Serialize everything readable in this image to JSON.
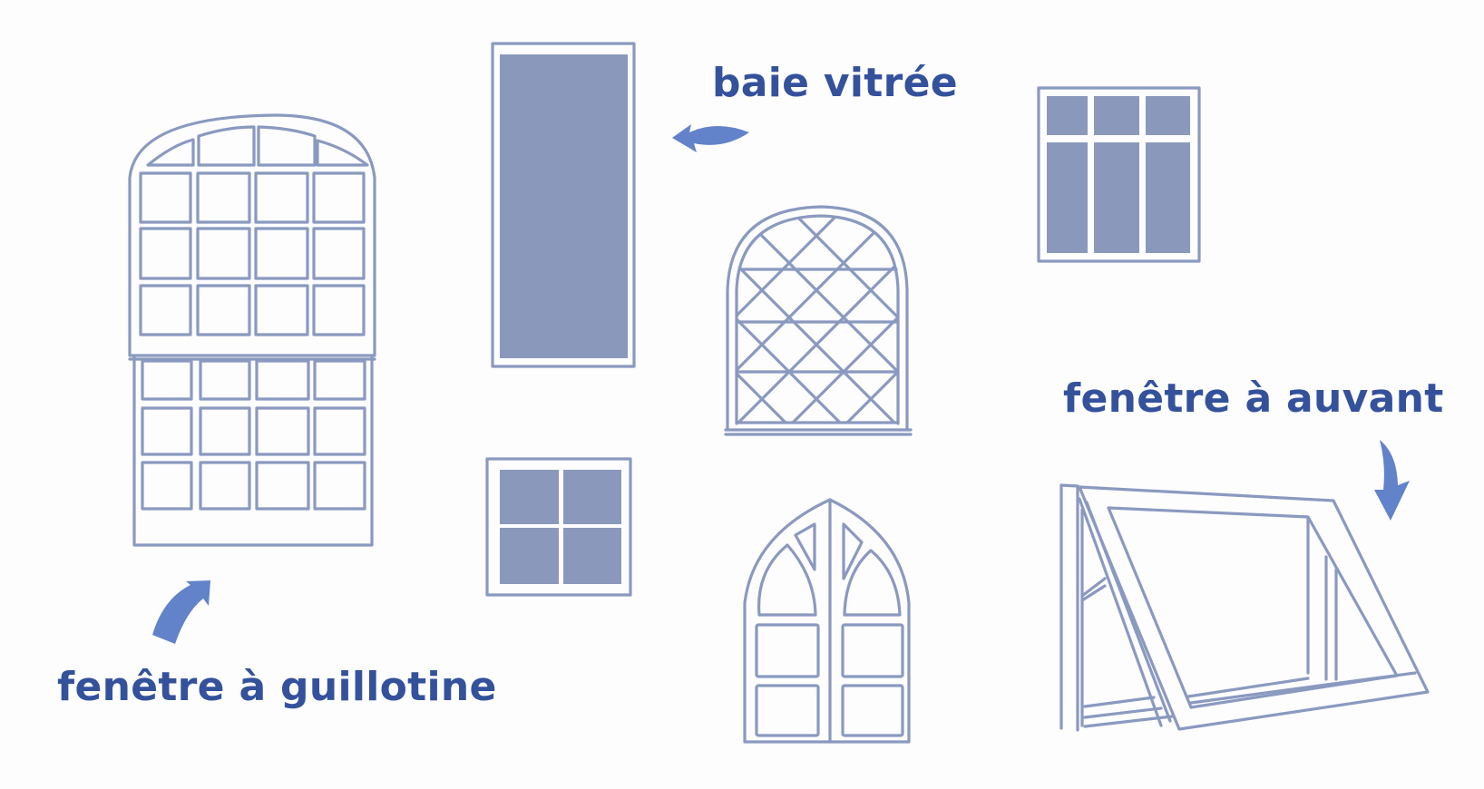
{
  "colors": {
    "background": "#fdfdfe",
    "label_text": "#34519c",
    "arrow_fill": "#6282c9",
    "outline_stroke": "#8a99bf",
    "glass_fill": "#8a99bb"
  },
  "labels": {
    "sash_window": "fenêtre à guillotine",
    "picture_window": "baie vitrée",
    "awning_window": "fenêtre à auvant"
  },
  "illustrations": [
    {
      "id": "sash-window",
      "description": "arched double-hung window with 4x4 grid upper and 4x3 grid lower sash"
    },
    {
      "id": "picture-window",
      "description": "tall single-pane window with filled glass"
    },
    {
      "id": "four-pane-window",
      "description": "small square window with 2x2 filled panes"
    },
    {
      "id": "diamond-lattice-window",
      "description": "arched window with diamond leaded lattice"
    },
    {
      "id": "gothic-double-window",
      "description": "pointed gothic arch double-leaf window"
    },
    {
      "id": "six-pane-window",
      "description": "window with 3 small top panes and 3 tall bottom panes"
    },
    {
      "id": "awning-window",
      "description": "window sash hinged at top, opened outward"
    }
  ],
  "arrows": [
    {
      "id": "picture-window-arrow",
      "direction": "left"
    },
    {
      "id": "sash-window-arrow",
      "direction": "up-right"
    },
    {
      "id": "awning-window-arrow",
      "direction": "down"
    }
  ]
}
